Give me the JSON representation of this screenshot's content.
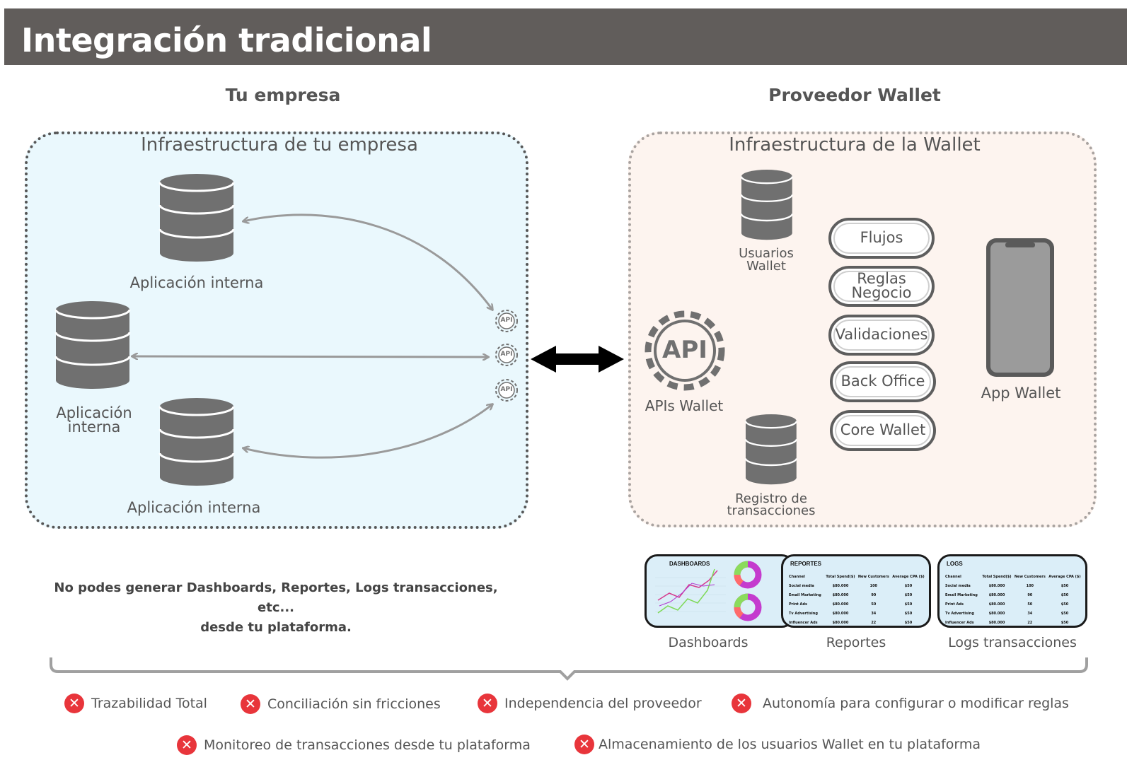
{
  "header": {
    "title": "Integración tradicional"
  },
  "columns": {
    "left": "Tu empresa",
    "right": "Proveedor Wallet"
  },
  "left_infra": {
    "title": "Infraestructura de tu empresa",
    "db_top_label": "Aplicación interna",
    "db_mid_label_1": "Aplicación",
    "db_mid_label_2": "interna",
    "db_bottom_label": "Aplicación interna",
    "api_icon_text": "API"
  },
  "right_infra": {
    "title": "Infraestructura de la Wallet",
    "users_db_label_1": "Usuarios",
    "users_db_label_2": "Wallet",
    "api_big_text": "API",
    "api_label": "APIs Wallet",
    "tx_db_label_1": "Registro de",
    "tx_db_label_2": "transacciones",
    "modules": [
      {
        "label": "Flujos"
      },
      {
        "label": "Reglas Negocio"
      },
      {
        "label": "Validaciones"
      },
      {
        "label": "Back Office"
      },
      {
        "label": "Core Wallet"
      }
    ],
    "app_label": "App Wallet"
  },
  "note": {
    "line1": "No podes generar Dashboards, Reportes, Logs transacciones, etc...",
    "line2": "desde tu plataforma."
  },
  "thumbnails": {
    "dashboards": {
      "title": "DASHBOARDS",
      "label": "Dashboards"
    },
    "reportes": {
      "title": "REPORTES",
      "label": "Reportes",
      "headers": [
        "Channel",
        "Total Spend($)",
        "New Customers",
        "Average CPA ($)"
      ],
      "rows": [
        [
          "Social media",
          "$80.000",
          "100",
          "$50"
        ],
        [
          "Email Marketing",
          "$80.000",
          "90",
          "$50"
        ],
        [
          "Print Ads",
          "$80.000",
          "50",
          "$50"
        ],
        [
          "Tv Advertising",
          "$80.000",
          "34",
          "$50"
        ],
        [
          "Influencer Ads",
          "$80.000",
          "22",
          "$50"
        ]
      ]
    },
    "logs": {
      "title": "LOGS",
      "label": "Logs transacciones",
      "headers": [
        "Channel",
        "Total Spend($)",
        "New Customers",
        "Average CPA ($)"
      ],
      "rows": [
        [
          "Social media",
          "$80.000",
          "100",
          "$50"
        ],
        [
          "Email Marketing",
          "$80.000",
          "90",
          "$50"
        ],
        [
          "Print Ads",
          "$80.000",
          "50",
          "$50"
        ],
        [
          "Tv Advertising",
          "$80.000",
          "34",
          "$50"
        ],
        [
          "Influencer Ads",
          "$80.000",
          "22",
          "$50"
        ]
      ]
    }
  },
  "missing": {
    "mark": "✕",
    "items": [
      {
        "label": "Trazabilidad Total"
      },
      {
        "label": "Conciliación sin fricciones"
      },
      {
        "label": "Independencia del proveedor"
      },
      {
        "label": "Autonomía para configurar o modificar reglas"
      },
      {
        "label": "Monitoreo de transacciones desde tu plataforma"
      },
      {
        "label": "Almacenamiento de los usuarios Wallet en tu plataforma"
      }
    ]
  },
  "colors": {
    "banner": "#615d5b",
    "left_bg": "#eaf8fd",
    "right_bg": "#fdf4ef",
    "icon_gray": "#707070",
    "arrow_gray": "#9a9a9a",
    "x_red": "#e8353b"
  }
}
